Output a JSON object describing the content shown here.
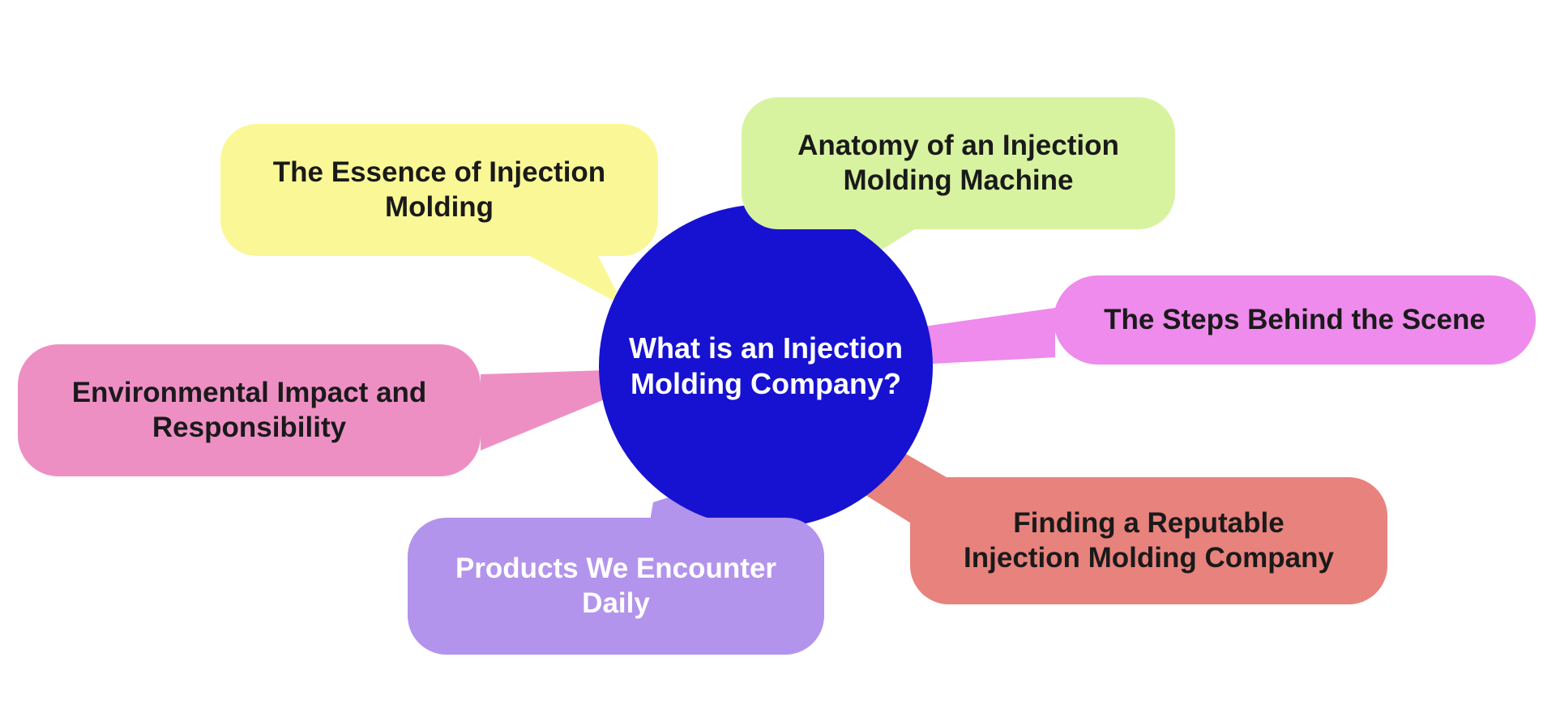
{
  "diagram": {
    "type": "mindmap",
    "background_color": "#FFFFFF",
    "center": {
      "label": "What is an Injection Molding Company?",
      "line1": "What is an Injection",
      "line2": "Molding Company?",
      "color": "#1712D1",
      "text_color": "#FFFFFF",
      "shape": "circle"
    },
    "nodes": [
      {
        "id": "essence",
        "label": "The Essence of Injection Molding",
        "line1": "The Essence of Injection",
        "line2": "Molding",
        "color": "#FAF896",
        "text_color": "#1A1A1A",
        "position": "top-left"
      },
      {
        "id": "anatomy",
        "label": "Anatomy of an Injection Molding Machine",
        "line1": "Anatomy of an Injection",
        "line2": "Molding Machine",
        "color": "#D8F3A0",
        "text_color": "#1A1A1A",
        "position": "top"
      },
      {
        "id": "steps",
        "label": "The Steps Behind the Scene",
        "line1": "The Steps Behind the Scene",
        "color": "#EE8BEC",
        "text_color": "#1A1A1A",
        "position": "right"
      },
      {
        "id": "environment",
        "label": "Environmental Impact and Responsibility",
        "line1": "Environmental Impact and",
        "line2": "Responsibility",
        "color": "#EE8FC4",
        "text_color": "#1A1A1A",
        "position": "left"
      },
      {
        "id": "products",
        "label": "Products We Encounter Daily",
        "line1": "Products We Encounter",
        "line2": "Daily",
        "color": "#B394EC",
        "text_color": "#FFFFFF",
        "position": "bottom"
      },
      {
        "id": "finding",
        "label": "Finding a Reputable Injection Molding Company",
        "line1": "Finding a Reputable",
        "line2": "Injection Molding Company",
        "color": "#E8827D",
        "text_color": "#1A1A1A",
        "position": "bottom-right"
      }
    ]
  }
}
